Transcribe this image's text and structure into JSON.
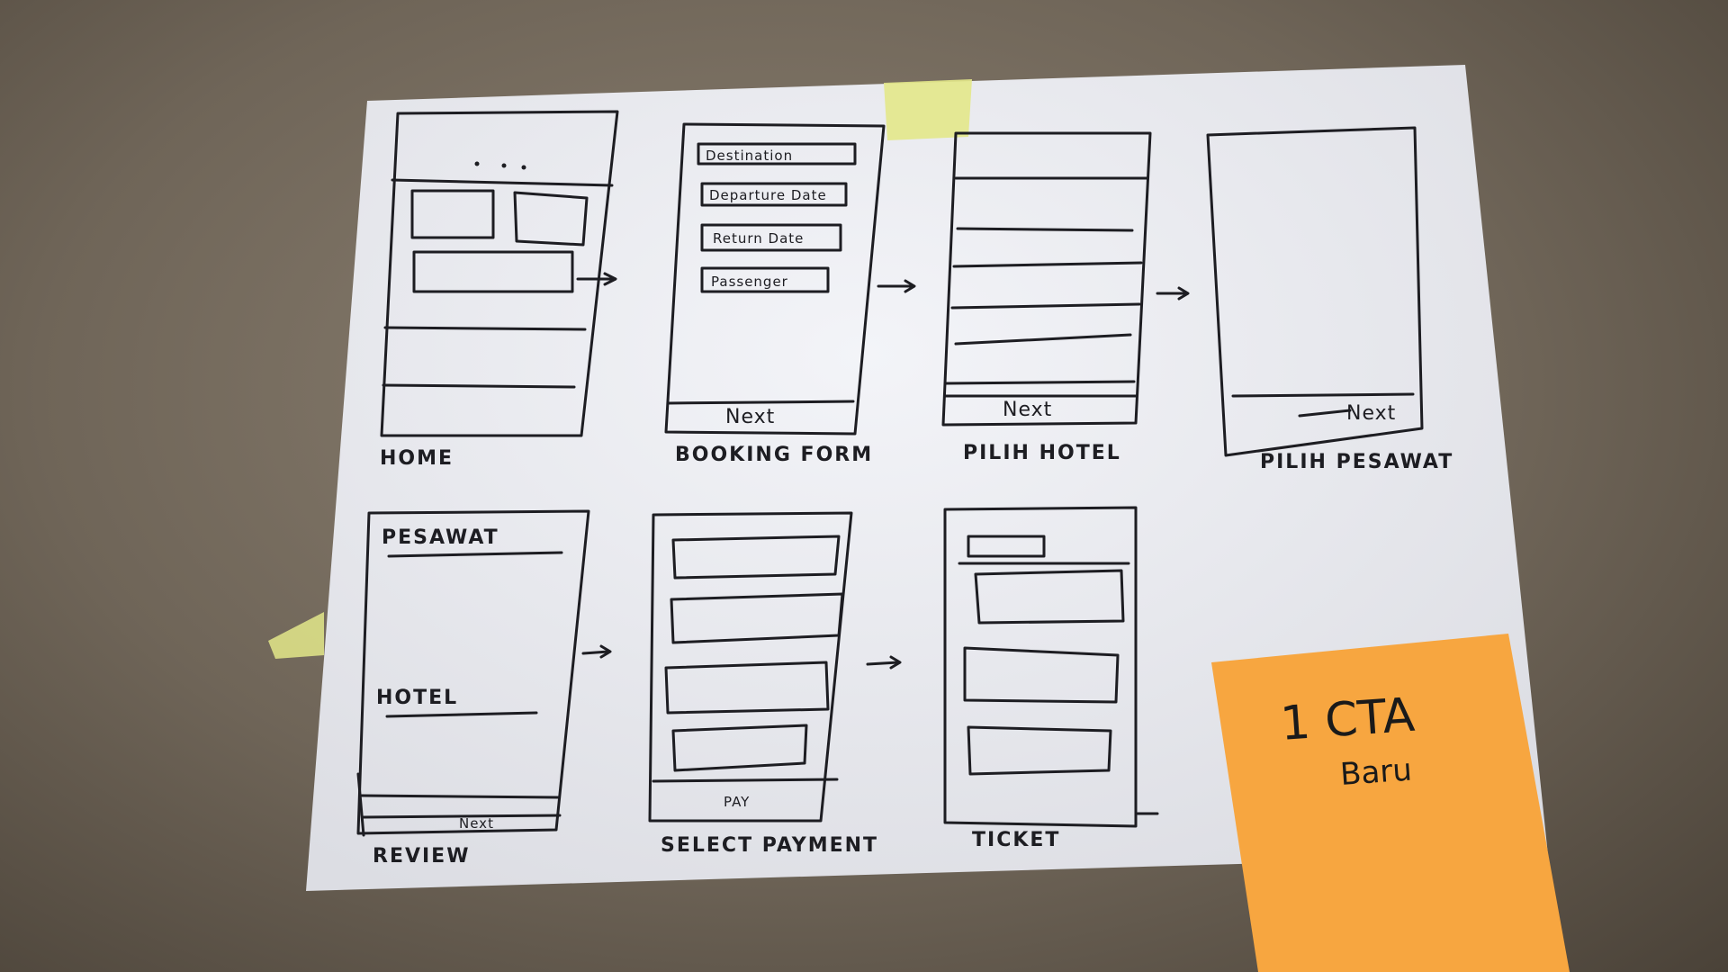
{
  "screens": {
    "home": {
      "caption": "HOME"
    },
    "booking_form": {
      "caption": "BOOKING FORM",
      "fields": [
        "Destination",
        "Departure Date",
        "Return Date",
        "Passenger"
      ],
      "button": "Next"
    },
    "pilih_hotel": {
      "caption": "PILIH HOTEL",
      "button": "Next"
    },
    "pilih_pesawat": {
      "caption": "PILIH PESAWAT",
      "button": "Next"
    },
    "review": {
      "caption": "REVIEW",
      "section_pesawat": "PESAWAT",
      "section_hotel": "HOTEL",
      "button": "Next"
    },
    "select_payment": {
      "caption": "SELECT PAYMENT",
      "button": "PAY"
    },
    "ticket": {
      "caption": "TICKET"
    }
  },
  "sticky_note": {
    "line1": "1 CTA",
    "line2": "Baru"
  },
  "colors": {
    "paper": "#f1f2f6",
    "ink": "#1d1d22",
    "sticky_note": "#f7a640",
    "tape": "#e3e88a"
  }
}
